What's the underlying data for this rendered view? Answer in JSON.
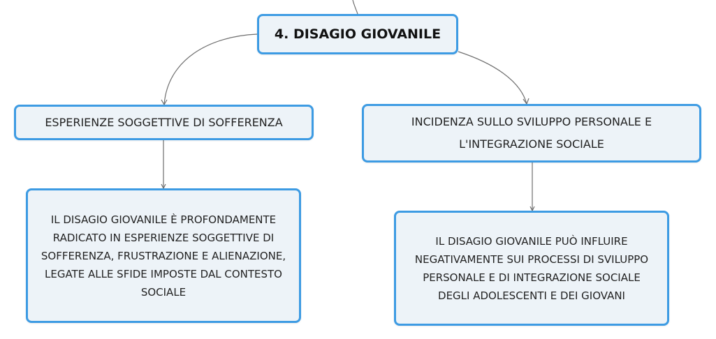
{
  "mindmap": {
    "root": {
      "label": "4. DISAGIO GIOVANILE"
    },
    "branches": [
      {
        "label": "ESPERIENZE SOGGETTIVE DI SOFFERENZA",
        "detail": "IL DISAGIO GIOVANILE È PROFONDAMENTE RADICATO IN ESPERIENZE SOGGETTIVE DI SOFFERENZA, FRUSTRAZIONE E ALIENAZIONE, LEGATE ALLE SFIDE IMPOSTE DAL CONTESTO SOCIALE"
      },
      {
        "label": "INCIDENZA SULLO SVILUPPO PERSONALE E L'INTEGRAZIONE SOCIALE",
        "detail": "IL DISAGIO GIOVANILE PUÒ INFLUIRE NEGATIVAMENTE SUI PROCESSI DI SVILUPPO PERSONALE E DI INTEGRAZIONE SOCIALE DEGLI ADOLESCENTI E DEI GIOVANI"
      }
    ]
  },
  "colors": {
    "node_border": "#3d9be3",
    "node_fill": "#edf3f8",
    "connector": "#6f6f6f",
    "text": "#222222"
  }
}
